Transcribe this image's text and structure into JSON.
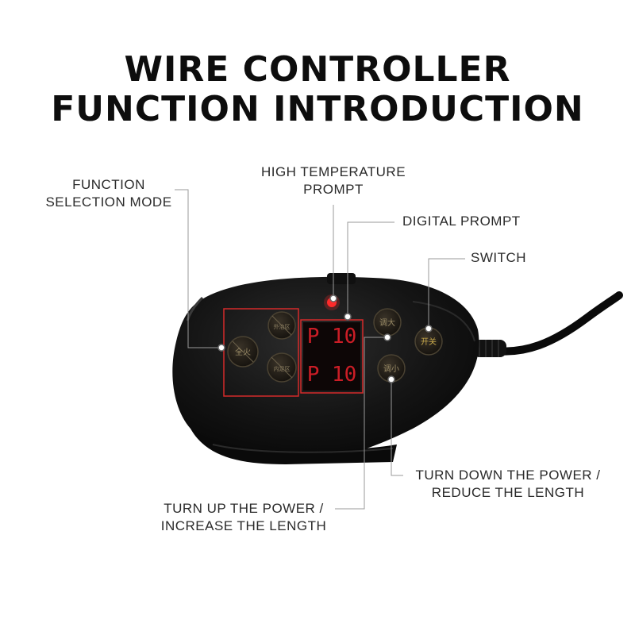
{
  "title": {
    "line1": "WIRE CONTROLLER",
    "line2": "FUNCTION INTRODUCTION"
  },
  "callouts": {
    "function_mode": [
      "FUNCTION",
      "SELECTION MODE"
    ],
    "high_temp": [
      "HIGH TEMPERATURE",
      "PROMPT"
    ],
    "digital": "DIGITAL PROMPT",
    "switch": "SWITCH",
    "turn_down": [
      "TURN DOWN THE POWER /",
      "REDUCE THE LENGTH"
    ],
    "turn_up": [
      "TURN UP THE POWER /",
      "INCREASE THE LENGTH"
    ]
  },
  "display": {
    "row1": "P 10",
    "row2": "P 10"
  },
  "buttons": {
    "outer_zone": "外治区",
    "full_fire": "全火",
    "inner_zone": "内足区",
    "increase": "调大",
    "decrease": "调小",
    "switch": "开关"
  },
  "colors": {
    "led": "#e0202a",
    "device": "#0b0b0b",
    "highlight_box": "#d42a2a"
  }
}
